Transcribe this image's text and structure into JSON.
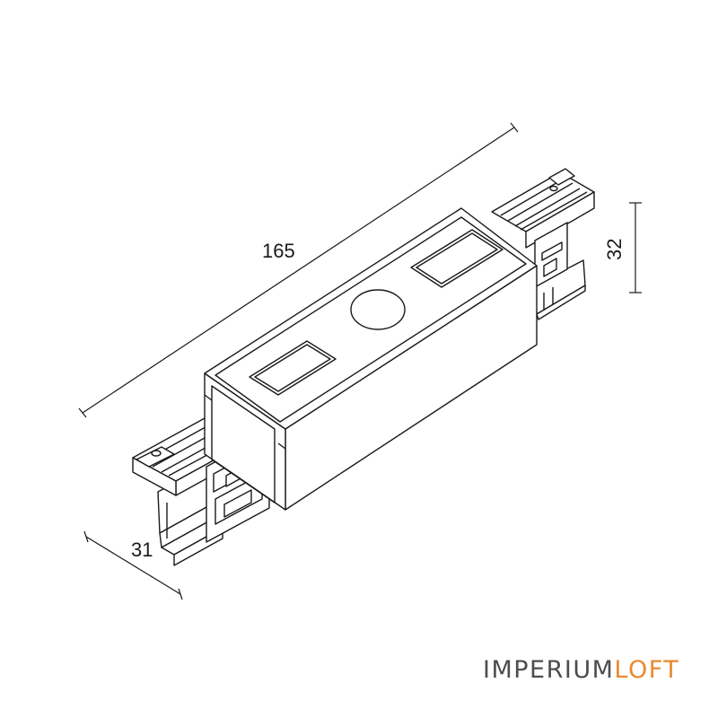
{
  "dimensions": {
    "length": "165",
    "height": "32",
    "width": "31"
  },
  "brand": {
    "primary": "IMPERIUM",
    "accent": "LOFT",
    "primary_color": "#4d4d4d",
    "accent_color": "#e98a2e"
  }
}
